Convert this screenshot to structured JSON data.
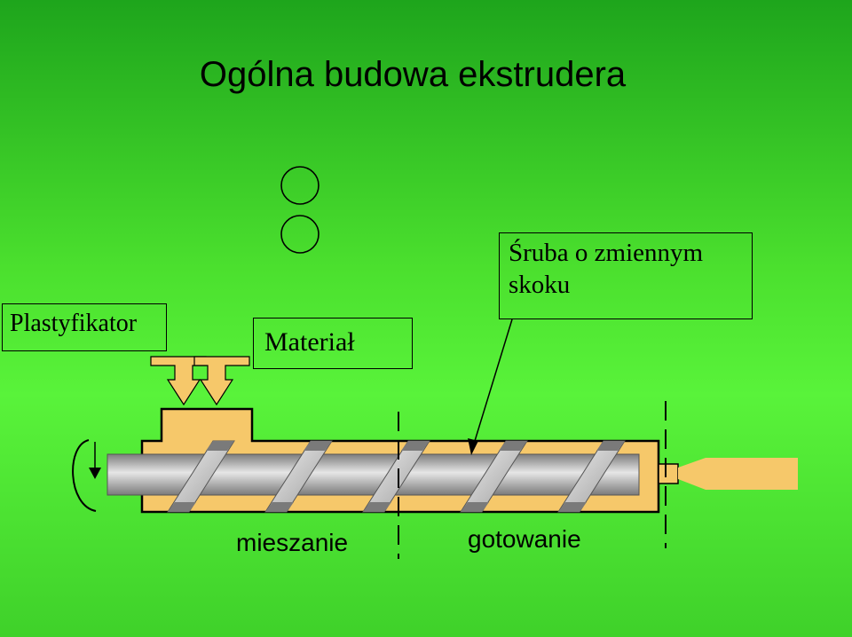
{
  "title": "Ogólna budowa ekstrudera",
  "labels": {
    "plastyfikator": "Plastyfikator",
    "material": "Materiał",
    "screw_line1": "Śruba o zmiennym",
    "screw_line2": "skoku"
  },
  "zones": {
    "mixing": "mieszanie",
    "cooking": "gotowanie"
  },
  "colors": {
    "barrel": "#f6c86a",
    "screw_shaft": "#b8b8b8",
    "background_top": "#1ea51c",
    "background_mid": "#59f33a"
  }
}
